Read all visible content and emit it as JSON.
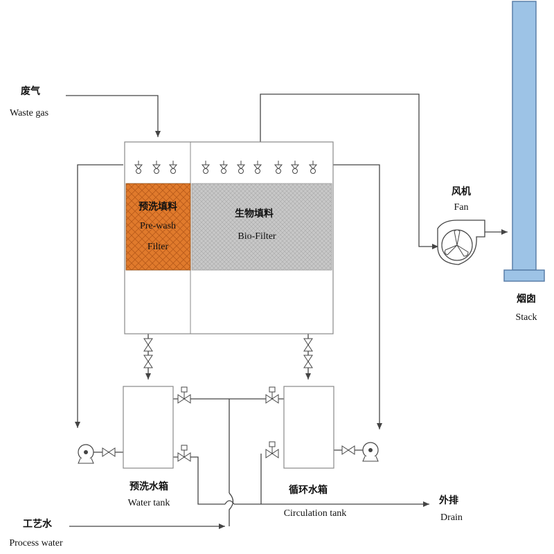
{
  "labels": {
    "waste_gas_cn": "废气",
    "waste_gas_en": "Waste gas",
    "prewash_cn": "预洗填料",
    "prewash_en1": "Pre-wash",
    "prewash_en2": "Filter",
    "biofilter_cn": "生物填料",
    "biofilter_en": "Bio-Filter",
    "fan_cn": "风机",
    "fan_en": "Fan",
    "stack_cn": "烟囱",
    "stack_en": "Stack",
    "water_tank_cn": "预洗水箱",
    "water_tank_en": "Water tank",
    "circ_tank_cn": "循环水箱",
    "circ_tank_en": "Circulation tank",
    "drain_cn": "外排",
    "drain_en": "Drain",
    "process_water_cn": "工艺水",
    "process_water_en": "Process water"
  },
  "colors": {
    "prewash_fill": "#e07a2c",
    "biofilter_fill": "#c8c8c8",
    "stack_fill": "#9dc3e6",
    "stack_stroke": "#5a7fa8",
    "line": "#444444"
  }
}
